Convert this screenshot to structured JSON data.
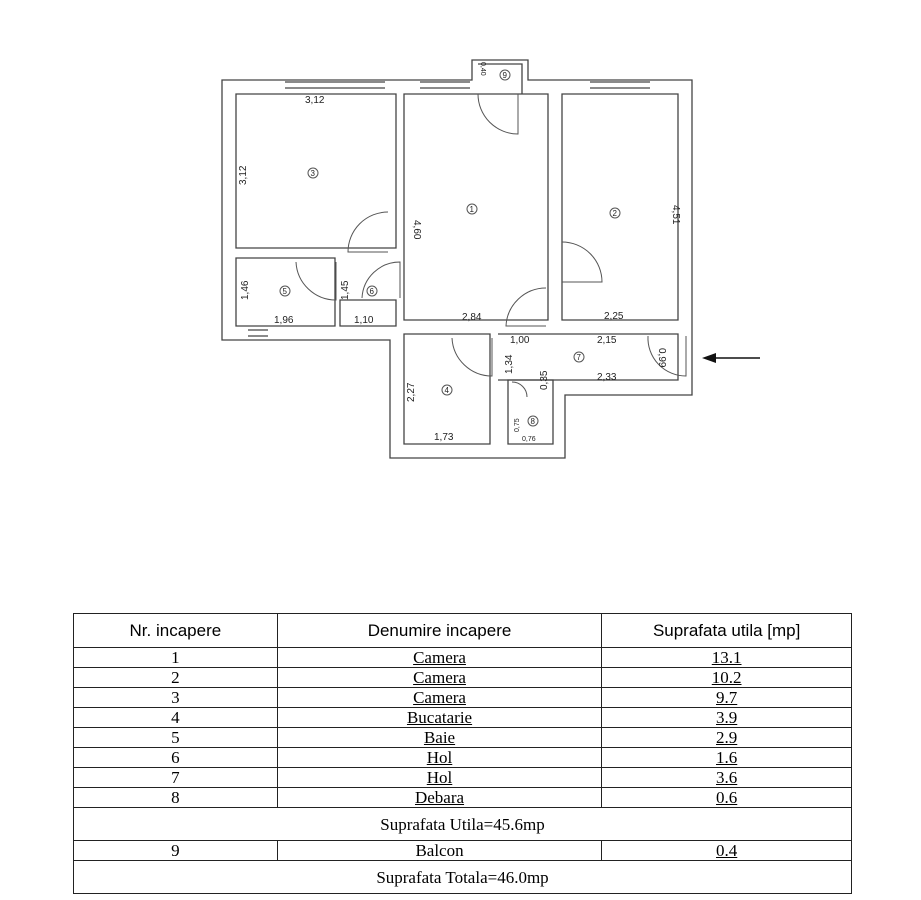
{
  "plan": {
    "dimensions": {
      "room3_width": "3,12",
      "room3_height": "3,12",
      "room1_height": "4,60",
      "room2_height": "4,51",
      "room5_height": "1,46",
      "room5_width": "1,96",
      "room6_height": "1,45",
      "room6_width": "1,10",
      "hall_width": "2,84",
      "room2_width": "2,25",
      "hall_door": "1,00",
      "room7_top": "2,15",
      "room7_bottom": "2,33",
      "entry_door": "0,99",
      "room7_height": "1,34",
      "room8_door": "0,35",
      "room4_height": "2,27",
      "room4_width": "1,73",
      "room8_height": "0,75",
      "room8_width": "0,76",
      "balcony_width": "0,40"
    },
    "room_numbers": [
      "1",
      "2",
      "3",
      "4",
      "5",
      "6",
      "7",
      "8",
      "9"
    ],
    "entry_arrow_icon": "arrow-left-icon"
  },
  "table": {
    "headers": [
      "Nr. incapere",
      "Denumire incapere",
      "Suprafata utila  [mp]"
    ],
    "rows": [
      {
        "nr": "1",
        "name": "Camera",
        "area": "13.1"
      },
      {
        "nr": "2",
        "name": "Camera",
        "area": "10.2"
      },
      {
        "nr": "3",
        "name": "Camera",
        "area": "9.7"
      },
      {
        "nr": "4",
        "name": "Bucatarie",
        "area": "3.9"
      },
      {
        "nr": "5",
        "name": "Baie",
        "area": "2.9"
      },
      {
        "nr": "6",
        "name": "Hol",
        "area": "1.6"
      },
      {
        "nr": "7",
        "name": "Hol",
        "area": "3.6"
      },
      {
        "nr": "8",
        "name": "Debara",
        "area": "0.6"
      }
    ],
    "subtotal": "Suprafata Utila=45.6mp",
    "balcony": {
      "nr": "9",
      "name": "Balcon",
      "area": "0.4"
    },
    "total": "Suprafata Totala=46.0mp"
  }
}
